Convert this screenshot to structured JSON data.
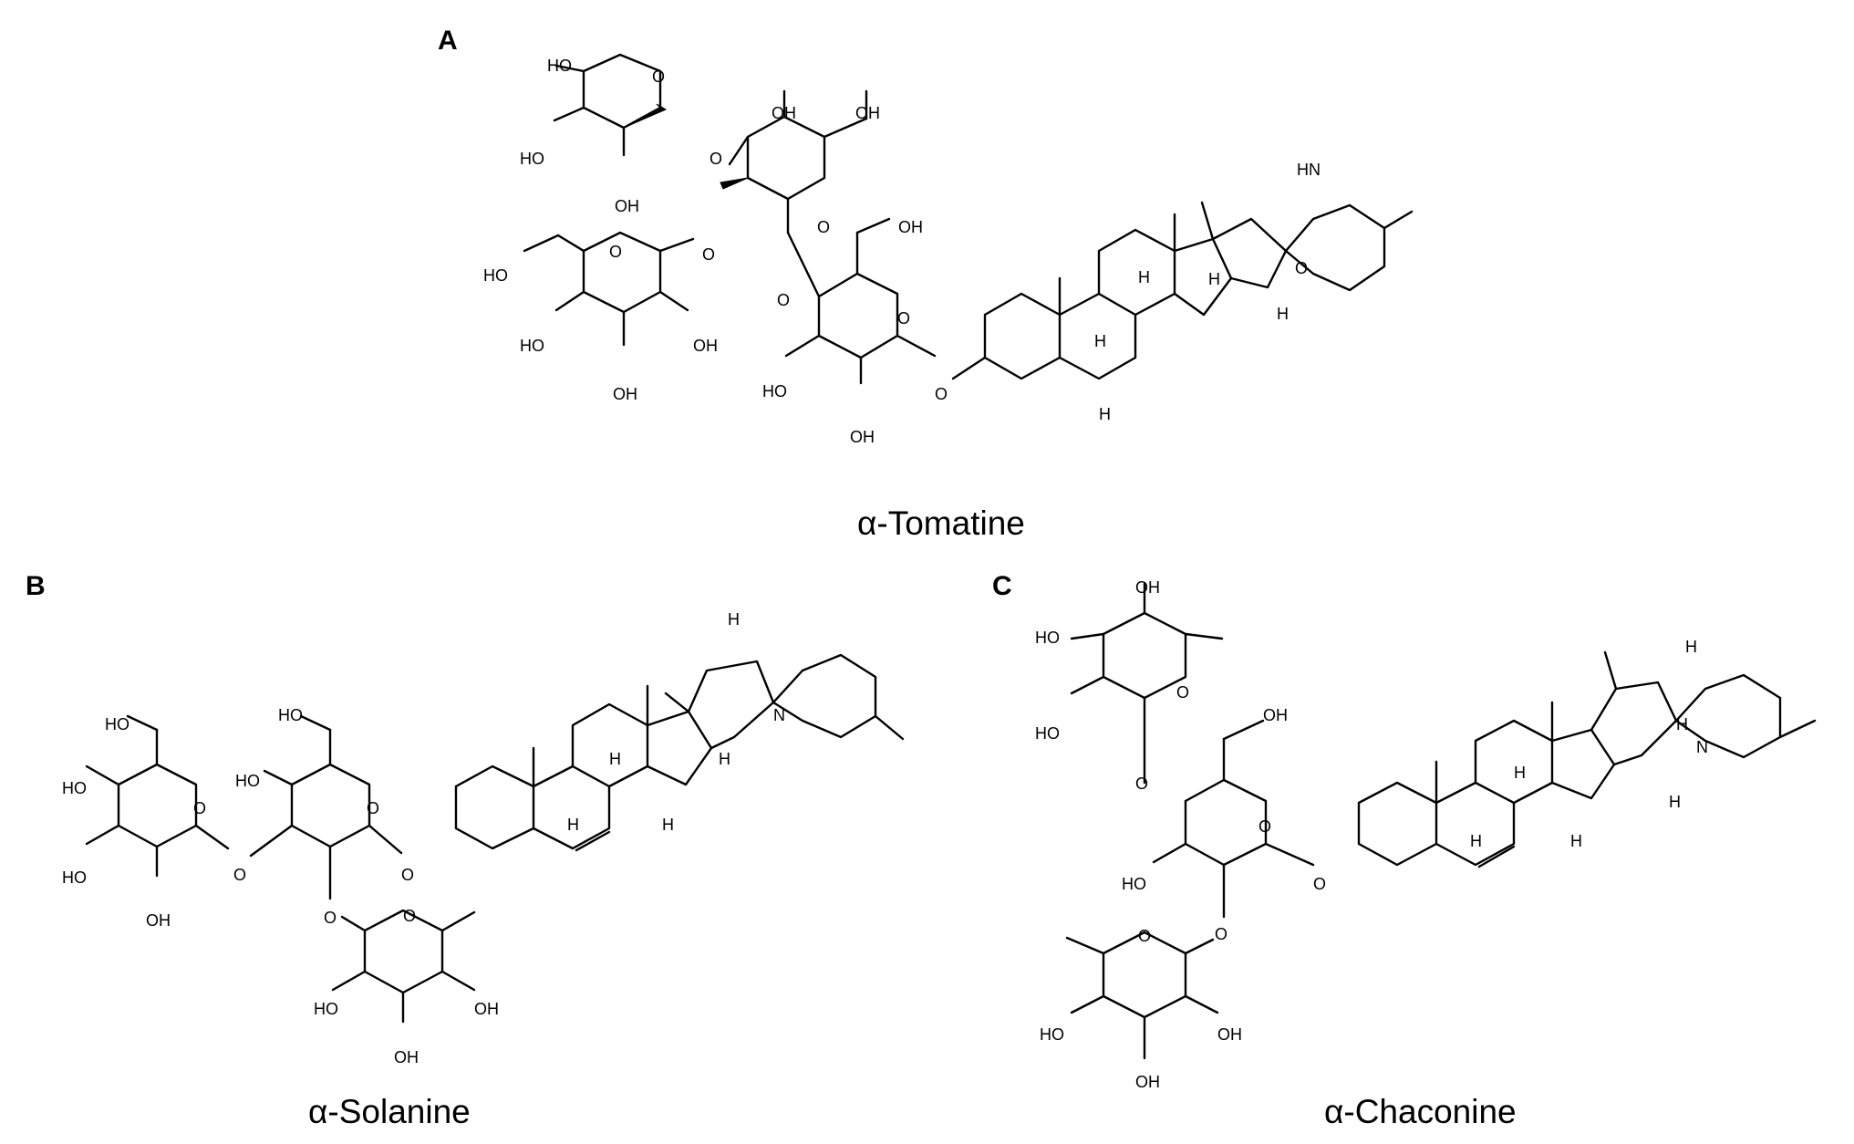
{
  "panels": [
    {
      "letter": "A",
      "name": "α-Tomatine"
    },
    {
      "letter": "B",
      "name": "α-Solanine"
    },
    {
      "letter": "C",
      "name": "α-Chaconine"
    }
  ],
  "atom_labels": {
    "oh": "OH",
    "ho": "HO",
    "o": "O",
    "h": "H",
    "n": "N",
    "hn": "HN"
  }
}
